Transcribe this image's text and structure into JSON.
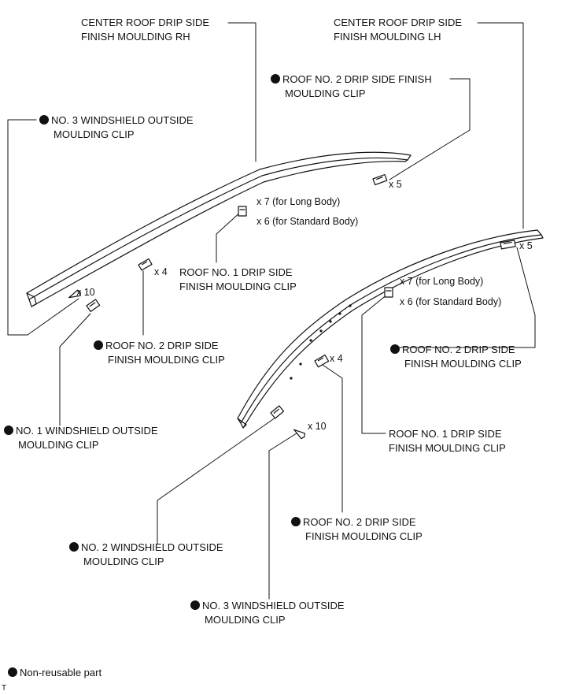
{
  "labels": {
    "center_rh": [
      "CENTER ROOF DRIP SIDE",
      "FINISH MOULDING RH"
    ],
    "center_lh": [
      "CENTER ROOF DRIP SIDE",
      "FINISH MOULDING LH"
    ],
    "roof2_top": [
      "ROOF NO. 2 DRIP SIDE FINISH",
      "MOULDING CLIP"
    ],
    "ws3_left": [
      "NO. 3 WINDSHIELD OUTSIDE",
      "MOULDING CLIP"
    ],
    "roof1_left": [
      "ROOF NO. 1 DRIP SIDE",
      "FINISH MOULDING CLIP"
    ],
    "roof2_left": [
      "ROOF NO. 2 DRIP SIDE",
      "FINISH MOULDING CLIP"
    ],
    "ws1": [
      "NO. 1 WINDSHIELD OUTSIDE",
      "MOULDING CLIP"
    ],
    "roof2_right": [
      "ROOF NO. 2 DRIP SIDE",
      "FINISH MOULDING CLIP"
    ],
    "roof1_right": [
      "ROOF NO. 1 DRIP SIDE",
      "FINISH MOULDING CLIP"
    ],
    "roof2_bottom": [
      "ROOF NO. 2 DRIP SIDE",
      "FINISH MOULDING CLIP"
    ],
    "ws2": [
      "NO. 2 WINDSHIELD OUTSIDE",
      "MOULDING CLIP"
    ],
    "ws3_bottom": [
      "NO. 3 WINDSHIELD OUTSIDE",
      "MOULDING CLIP"
    ]
  },
  "quantities": {
    "x5_top": "x 5",
    "x7_left": "x 7 (for Long Body)",
    "x6_left": "x 6 (for Standard Body)",
    "x4_left": "x 4",
    "x10_left": "x 10",
    "x5_right": "x 5",
    "x7_right": "x 7 (for Long Body)",
    "x6_right": "x 6 (for Standard Body)",
    "x4_right": "x 4",
    "x10_bottom": "x 10"
  },
  "legend": {
    "text": "Non-reusable part",
    "symbol": "filled-circle-icon"
  },
  "footer_code": "T",
  "colors": {
    "ink": "#111111",
    "background": "#ffffff"
  }
}
